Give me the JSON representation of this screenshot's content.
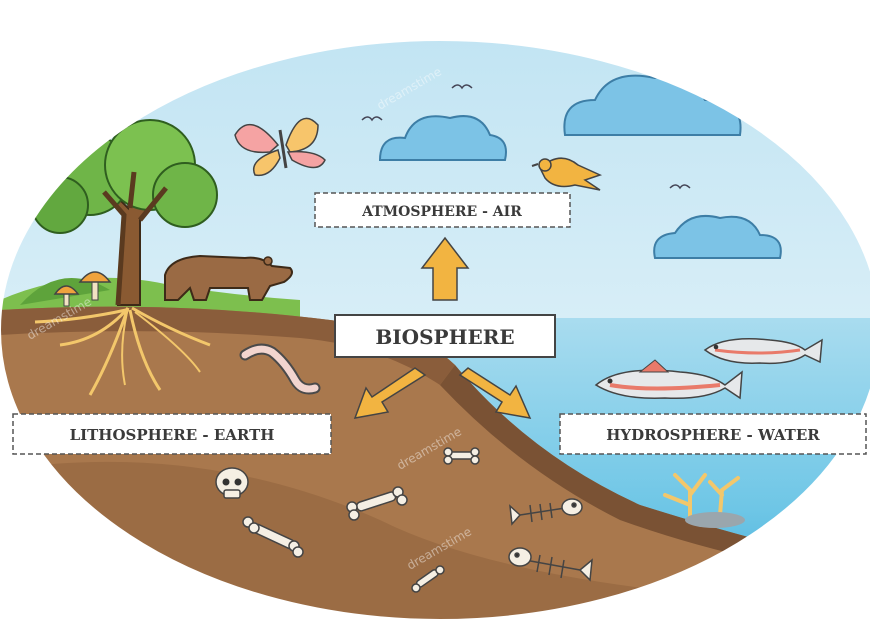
{
  "labels": {
    "atmosphere": "ATMOSPHERE - AIR",
    "biosphere": "BIOSPHERE",
    "lithosphere": "LITHOSPHERE - EARTH",
    "hydrosphere": "HYDROSPHERE - WATER"
  },
  "watermark": "dreamstime",
  "colors": {
    "sky_top": "#bfe3f2",
    "sky_bottom": "#eaf6fb",
    "water": "#6ec6e6",
    "water_deep": "#3aa7d6",
    "soil": "#a9784d",
    "soil_top": "#7a5234",
    "grass": "#7dbf4e",
    "tree_leaf": "#6fb548",
    "arrow": "#f2b441",
    "cloud": "#7cc3e6",
    "label_border": "#555555"
  },
  "icons": [
    "tree-icon",
    "bear-icon",
    "butterfly-icon",
    "bird-icon",
    "fish-icon",
    "worm-icon",
    "skull-icon",
    "bone-icon",
    "fish-skeleton-icon",
    "coral-icon",
    "mushroom-icon",
    "cloud-icon"
  ]
}
